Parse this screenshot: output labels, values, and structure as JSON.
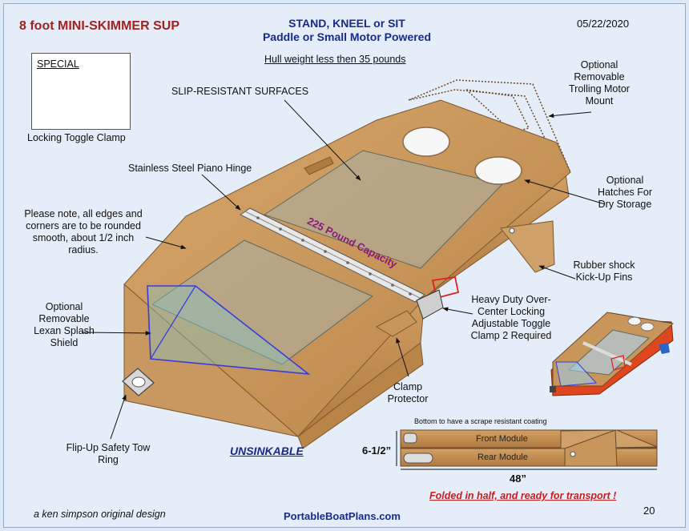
{
  "header": {
    "title": "8 foot MINI-SKIMMER SUP",
    "subtitle_line1": "STAND, KNEEL or SIT",
    "subtitle_line2": "Paddle or Small Motor Powered",
    "date": "05/22/2020",
    "hull_weight": "Hull weight less then 35 pounds"
  },
  "special": {
    "label": "SPECIAL",
    "caption": "Locking Toggle Clamp"
  },
  "callouts": {
    "slip_resistant": "SLIP-RESISTANT SURFACES",
    "piano_hinge": "Stainless Steel Piano Hinge",
    "edges_note": "Please note, all edges and corners are to be rounded smooth, about 1/2 inch radius.",
    "splash_shield": "Optional Removable Lexan Splash Shield",
    "tow_ring": "Flip-Up Safety Tow Ring",
    "unsinkable": "UNSINKABLE",
    "clamp_protector": "Clamp Protector",
    "toggle_clamp": "Heavy Duty Over-Center Locking Adjustable Toggle Clamp 2 Required",
    "trolling_mount": "Optional Removable Trolling Motor Mount",
    "hatches": "Optional Hatches For Dry Storage",
    "fins": "Rubber shock Kick-Up Fins",
    "capacity": "225 Pound Capacity"
  },
  "folded_view": {
    "coating_note": "Bottom to have a scrape resistant coating",
    "front_module": "Front  Module",
    "rear_module": "Rear Module",
    "height_dim": "6-1/2”",
    "length_dim": "48”",
    "folded_note": "Folded in half, and ready for transport !"
  },
  "footer": {
    "author": "a ken simpson original design",
    "website": "PortableBoatPlans.com",
    "page": "20"
  },
  "colors": {
    "title_red": "#a02222",
    "heading_blue": "#1a2a88",
    "wood": "#c89258",
    "capacity_purple": "#8a1a78",
    "bottom_coating": "#e0461e"
  }
}
